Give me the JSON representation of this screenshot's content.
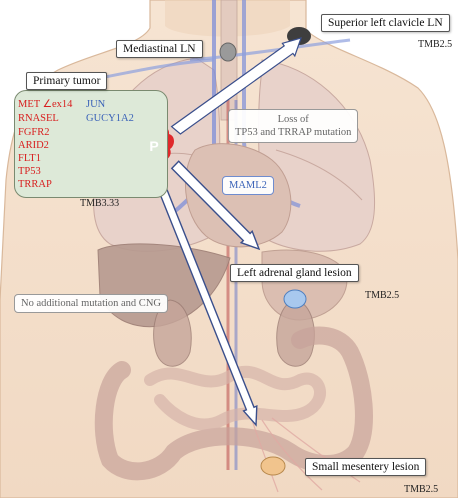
{
  "labels": {
    "mediastinal": "Mediastinal LN",
    "superior": "Superior left clavicle LN",
    "primary": "Primary tumor",
    "adrenal": "Left adrenal gland lesion",
    "mesentery": "Small mesentery lesion"
  },
  "tmb": {
    "superior": "TMB2.5",
    "primary": "TMB3.33",
    "adrenal": "TMB2.5",
    "mesentery": "TMB2.5"
  },
  "notes": {
    "loss_line1": "Loss of",
    "loss_line2": "TP53 and TRRAP mutation",
    "maml2": "MAML2",
    "no_additional": "No additional mutation and CNG"
  },
  "primary_genes": {
    "red": [
      "RNASEL",
      "FGFR2",
      "ARID2",
      "FLT1",
      "TP53",
      "TRRAP"
    ],
    "met": "MET ∠ex14",
    "jun": "JUN",
    "gucy": "GUCY1A2"
  },
  "tumor_symbol": "P",
  "colors": {
    "tumor_red": "#e0282b",
    "mutation_red": "#d81e1e",
    "mutation_blue": "#3b63b8",
    "arrow_fill": "#ffffff",
    "arrow_stroke": "#3a4f8c",
    "card_green": "#dde9d8",
    "node_dark": "#3e3e3e",
    "node_gray": "#9a9a9a",
    "adrenal_blue": "#a8c8ee",
    "mesentery_orange": "#f1c48d",
    "body_skin": "#f5e1cd",
    "lung_pink": "#e6cfc8"
  }
}
